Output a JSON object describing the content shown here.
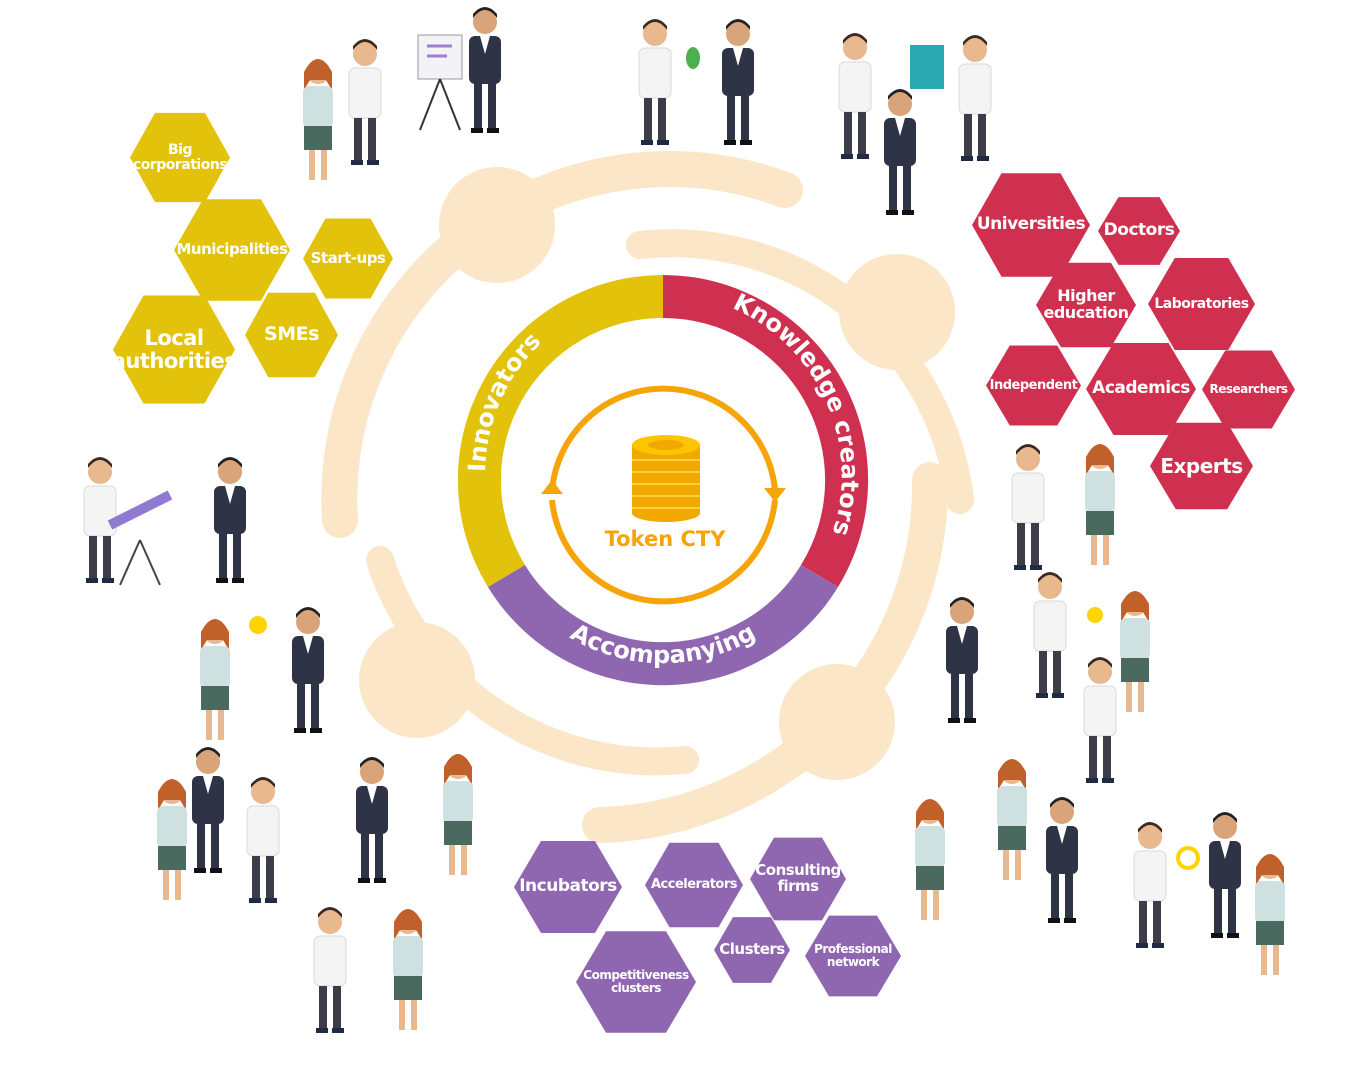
{
  "center": {
    "token_label": "Token CTY"
  },
  "segments": {
    "innovators": "Innovators",
    "knowledge_creators": "Knowledge creators",
    "accompanying": "Accompanying"
  },
  "innovators_group": {
    "color": "#e2c20a",
    "items": [
      "Big corporations",
      "Municipalities",
      "Start-ups",
      "Local authorities",
      "SMEs"
    ]
  },
  "knowledge_group": {
    "color": "#d0304f",
    "items": [
      "Universities",
      "Doctors",
      "Higher education",
      "Laboratories",
      "Independent",
      "Academics",
      "Researchers",
      "Experts"
    ]
  },
  "accompanying_group": {
    "color": "#8f66b0",
    "items": [
      "Incubators",
      "Accelerators",
      "Consulting firms",
      "Competitiveness clusters",
      "Clusters",
      "Professional network"
    ]
  },
  "colors": {
    "orbit": "#fce6c8",
    "token": "#f5a50a",
    "coin": "#f7b900"
  }
}
